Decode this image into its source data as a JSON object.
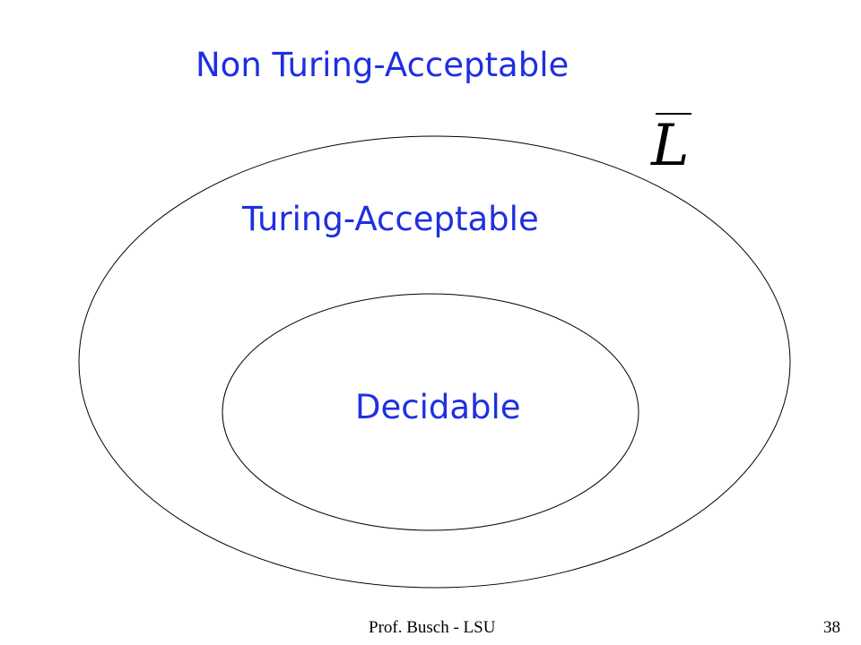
{
  "labels": {
    "outer": "Non Turing-Acceptable",
    "middle": "Turing-Acceptable",
    "inner": "Decidable"
  },
  "language_symbol": "L",
  "footer": {
    "author": "Prof. Busch - LSU",
    "page": "38"
  },
  "colors": {
    "label_text": "#1f2fe0",
    "outline": "#000000",
    "background": "#ffffff"
  }
}
